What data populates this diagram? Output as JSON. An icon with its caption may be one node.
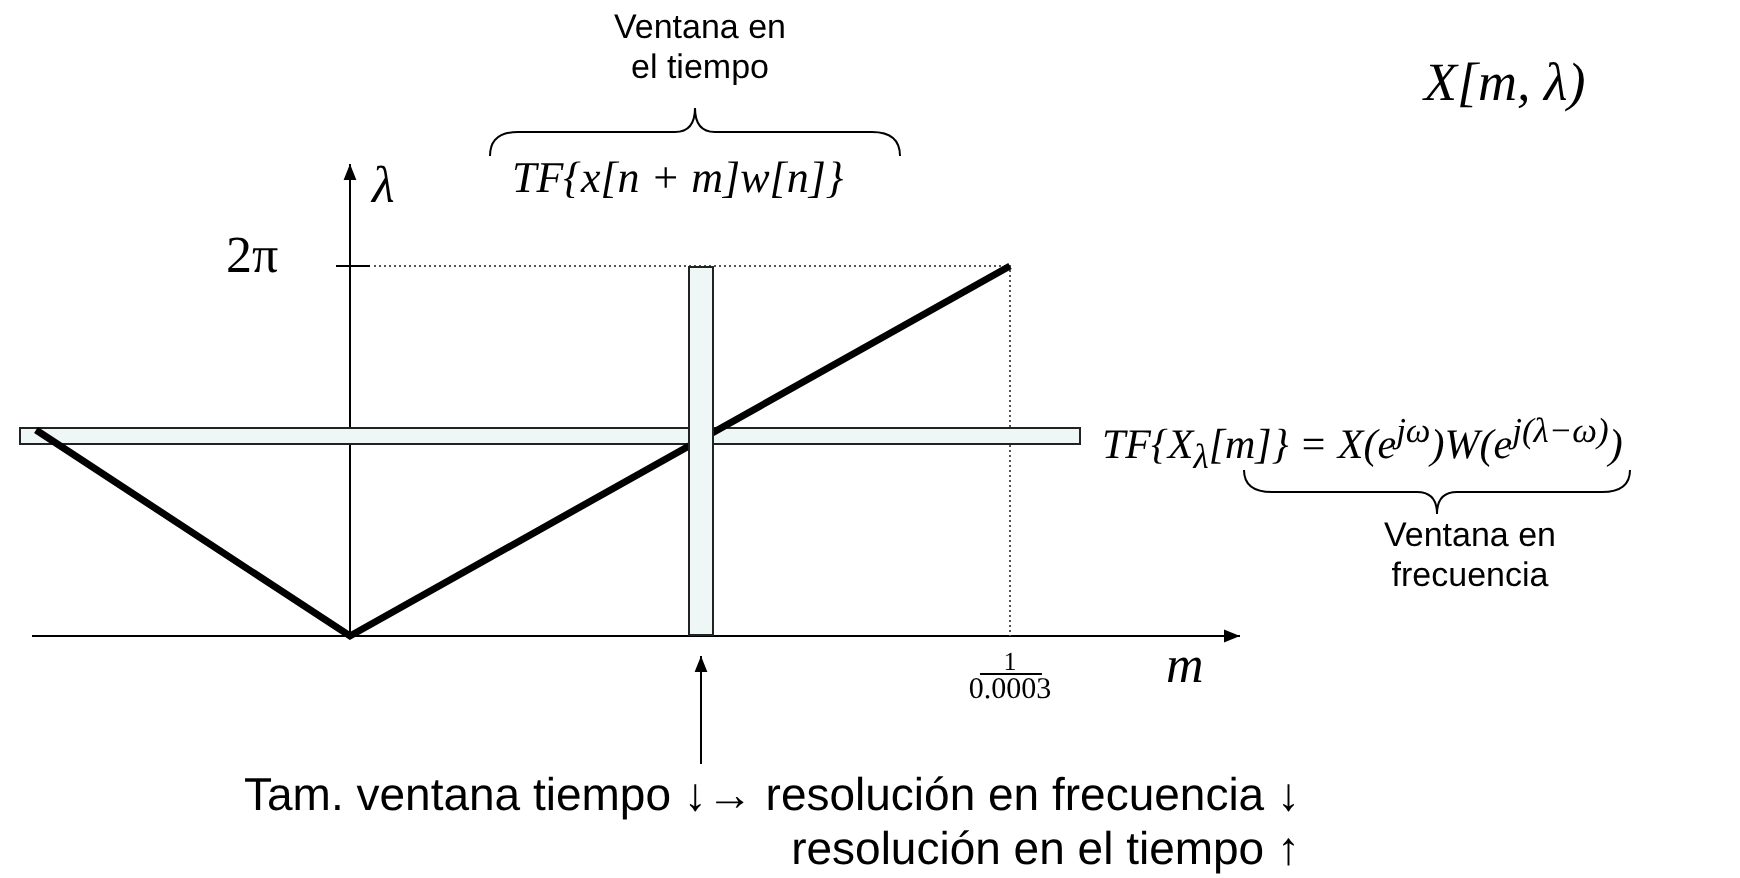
{
  "diagram": {
    "nodes": [
      {
        "text": [],
        "shape": "bar"
      },
      {
        "text": [
          "Tam. ventana tiempo ↓→ resolución en frecuencia ↓",
          "resolución en el tiempo ↑"
        ]
      }
    ],
    "edges": [
      {
        "from": 1,
        "to": 0,
        "arrow": "to"
      }
    ],
    "labels": [
      "Ventana en el tiempo",
      "X[m, λ)",
      "λ",
      "TF{x[n + m]w[n]}",
      "2π",
      "TF{X$_{λ}$[m]} = X(e$^{jω}$)W(e$^{j(λ−ω)}$)",
      "Ventana en frecuencia",
      "1",
      "0.0003",
      "m"
    ]
  }
}
